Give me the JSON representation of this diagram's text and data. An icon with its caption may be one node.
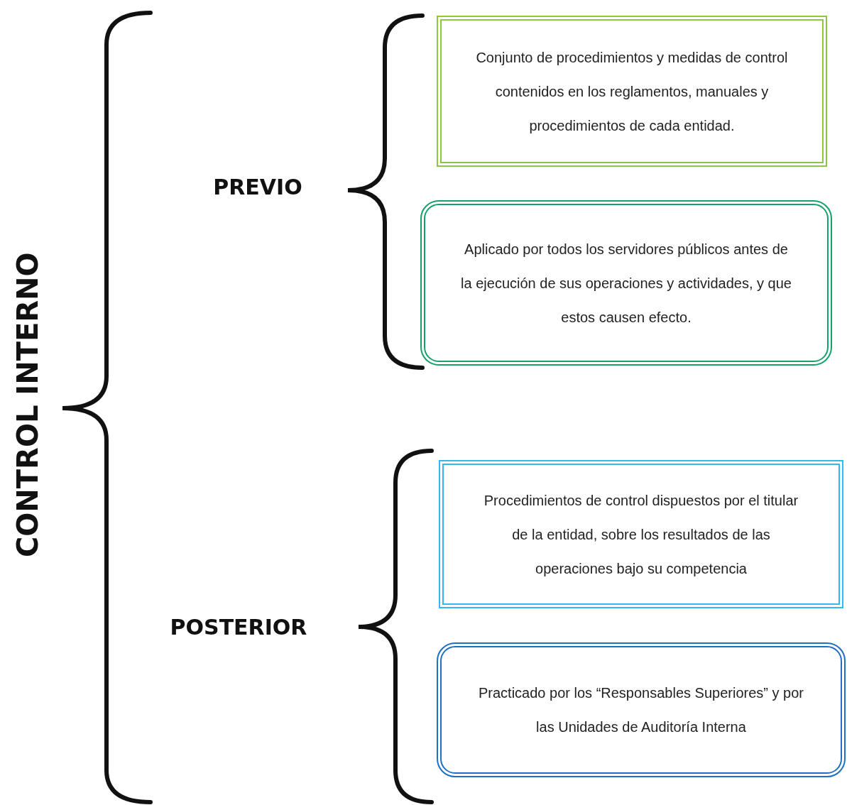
{
  "diagram": {
    "nodes": [
      {
        "text": [
          "CONTROL INTERNO"
        ]
      },
      {
        "text": [
          "PREVIO"
        ]
      },
      {
        "text": [
          "Conjunto de procedimientos y medidas de control contenidos en los reglamentos, manuales y procedimientos de cada entidad."
        ]
      },
      {
        "text": [
          "Aplicado por todos los servidores públicos antes de la ejecución de sus operaciones y actividades, y que estos causen efecto."
        ]
      },
      {
        "text": [
          "POSTERIOR"
        ]
      },
      {
        "text": [
          "Procedimientos de control dispuestos por el titular de la entidad, sobre los resultados de las operaciones bajo su competencia"
        ]
      },
      {
        "text": [
          "Practicado por los “Responsables Superiores” y por las Unidades de Auditoría Interna"
        ]
      }
    ]
  }
}
